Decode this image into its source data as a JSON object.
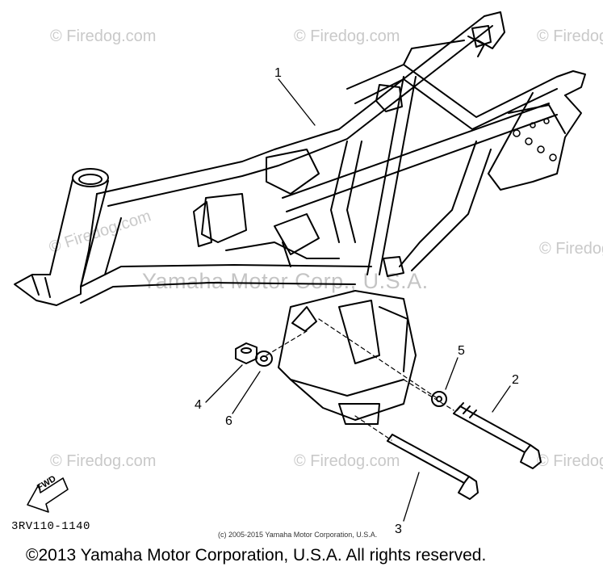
{
  "watermarks": {
    "firedog": "© Firedog.com",
    "firedog_tilted": "Firedog.com",
    "center": "Yamaha Motor Corp., U.S.A."
  },
  "callouts": [
    "1",
    "2",
    "3",
    "4",
    "5",
    "6"
  ],
  "diagram_code": "3RV110-1140",
  "copyright_small": "(c) 2005-2015 Yamaha Motor Corporation, U.S.A.",
  "copyright_main": "©2013 Yamaha Motor Corporation, U.S.A. All rights reserved.",
  "fwd_label": "FWD"
}
